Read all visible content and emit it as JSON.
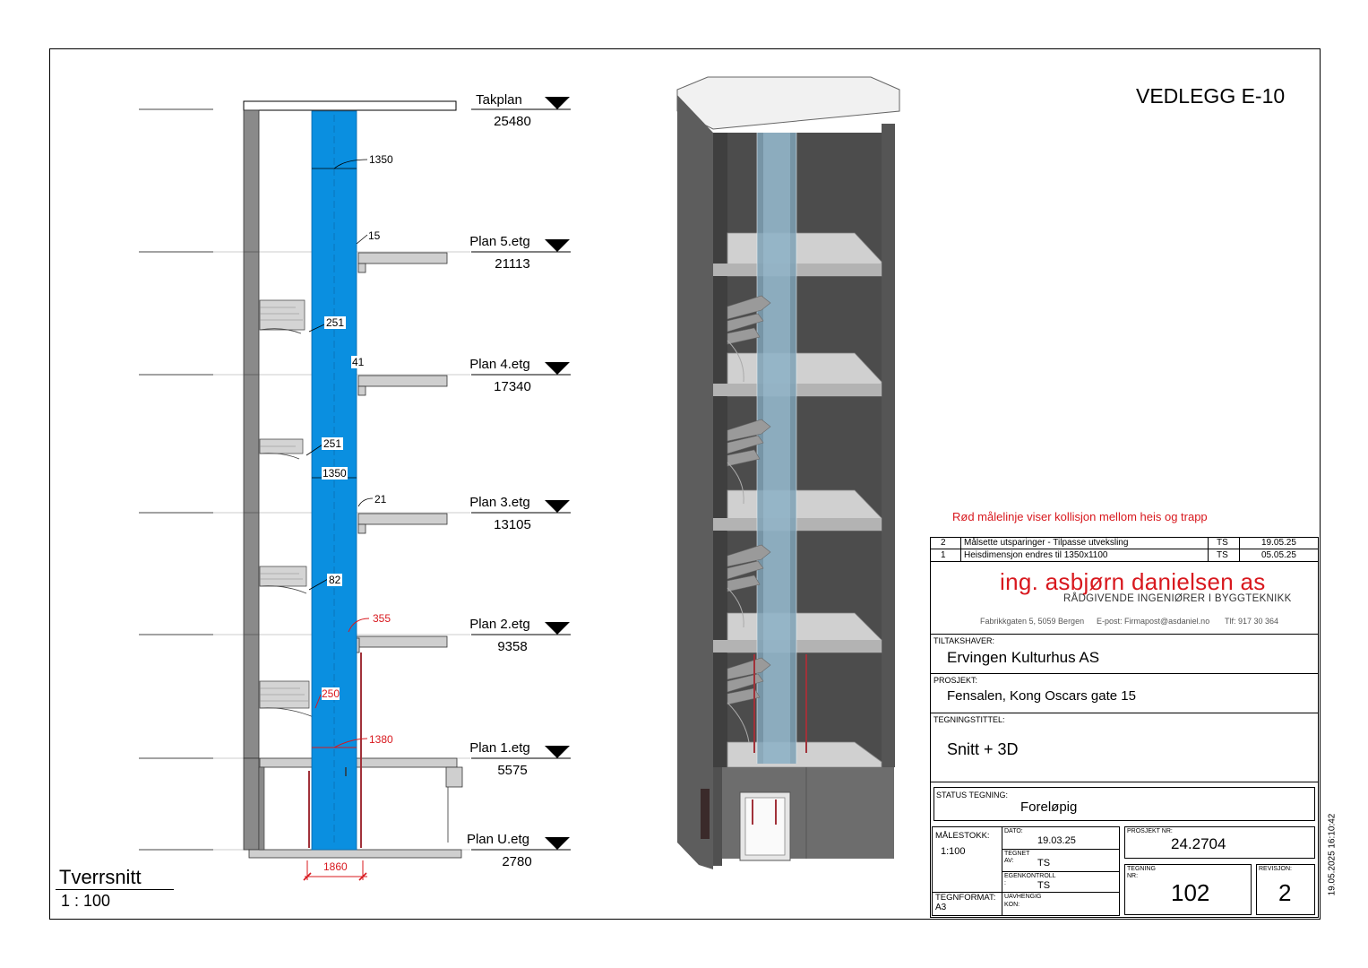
{
  "sheet": {
    "appendix": "VEDLEGG E-10",
    "note": "Rød målelinje viser kollisjon mellom heis og trapp",
    "timestamp": "19.05.2025 16:10:42"
  },
  "section_view": {
    "title": "Tverrsnitt",
    "scale": "1 : 100",
    "levels": [
      {
        "name": "Takplan",
        "elevation": "25480"
      },
      {
        "name": "Plan 5.etg",
        "elevation": "21113"
      },
      {
        "name": "Plan 4.etg",
        "elevation": "17340"
      },
      {
        "name": "Plan 3.etg",
        "elevation": "13105"
      },
      {
        "name": "Plan 2.etg",
        "elevation": "9358"
      },
      {
        "name": "Plan 1.etg",
        "elevation": "5575"
      },
      {
        "name": "Plan U.etg",
        "elevation": "2780"
      }
    ],
    "dimensions": {
      "shaft_top": "1350",
      "d15": "15",
      "d251a": "251",
      "d41": "41",
      "d251b": "251",
      "shaft_mid": "1350",
      "d21": "21",
      "d82": "82",
      "d355": "355",
      "d250": "250",
      "d1380": "1380",
      "d1860": "1860"
    }
  },
  "revisions": [
    {
      "no": "2",
      "text": "Målsette utsparinger - Tilpasse utveksling",
      "by": "TS",
      "date": "19.05.25"
    },
    {
      "no": "1",
      "text": "Heisdimensjon endres til 1350x1100",
      "by": "TS",
      "date": "05.05.25"
    }
  ],
  "company": {
    "name": "ing. asbjørn danielsen as",
    "tagline": "RÅDGIVENDE INGENIØRER I BYGGTEKNIKK",
    "address": "Fabrikkgaten 5, 5059 Bergen",
    "email": "E-post: Firmapost@asdaniel.no",
    "phone": "Tlf: 917 30 364"
  },
  "titleblock": {
    "client_label": "TILTAKSHAVER:",
    "client": "Ervingen Kulturhus AS",
    "project_label": "PROSJEKT:",
    "project": "Fensalen, Kong Oscars gate 15",
    "title_label": "TEGNINGSTITTEL:",
    "title": "Snitt + 3D",
    "status_label": "STATUS TEGNING:",
    "status": "Foreløpig",
    "scale_label": "MÅLESTOKK:",
    "scale": "1:100",
    "date_label": "DATO:",
    "date": "19.03.25",
    "drawn_label_1": "TEGNET",
    "drawn_label_2": "AV:",
    "drawn": "TS",
    "check_label_1": "EGENKONTROLL",
    "check_label_2": ":",
    "check": "TS",
    "indep_label_1": "UAVHENGIG",
    "indep_label_2": "KON:",
    "format_label": "TEGNFORMAT:",
    "format": "A3",
    "projno_label": "PROSJEKT NR:",
    "projno": "24.2704",
    "drawno_label_1": "TEGNING",
    "drawno_label_2": "NR:",
    "drawno": "102",
    "rev_label": "REVISJON:",
    "rev": "2"
  },
  "colors": {
    "shaft": "#0a8fe0",
    "wall": "#8a8a8a",
    "collision": "#d8181e",
    "brand": "#d8181e",
    "dark_wall": "#4d4d4d",
    "glass": "#7fa2b6"
  }
}
